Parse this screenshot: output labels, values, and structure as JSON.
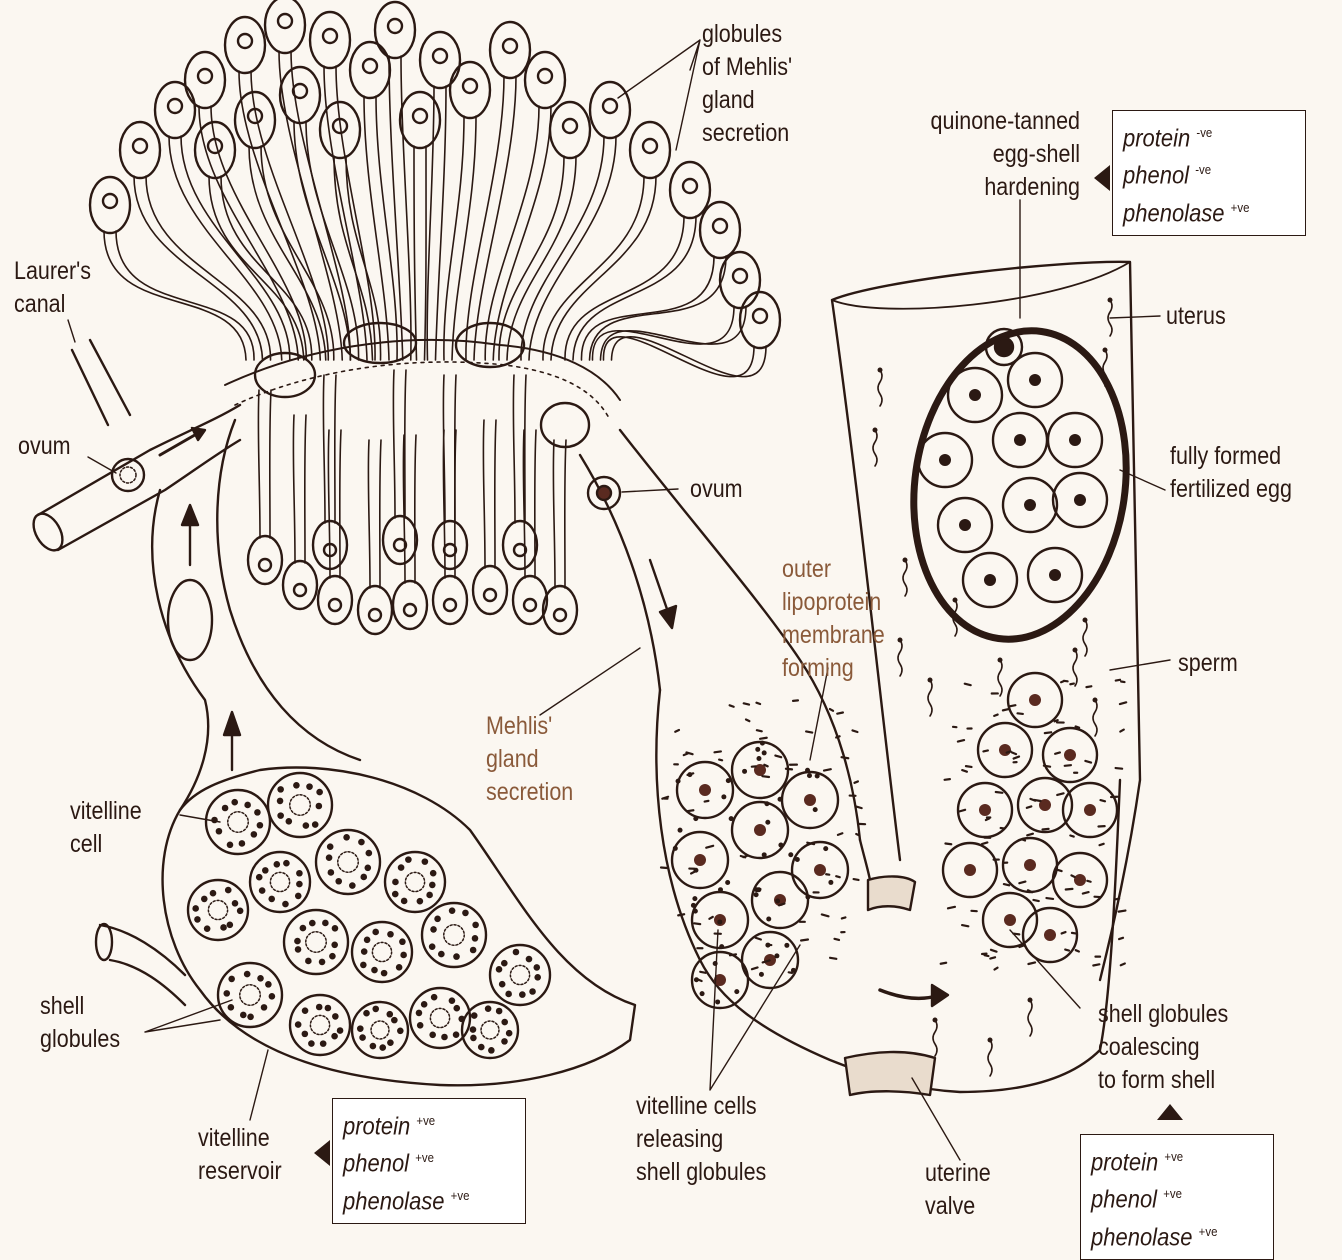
{
  "labels": {
    "globules": [
      "globules",
      "of Mehlis'",
      "gland",
      "secretion"
    ],
    "quinone": [
      "quinone-tanned",
      "egg-shell",
      "hardening"
    ],
    "laurers_canal": [
      "Laurer's",
      "canal"
    ],
    "ovum_left": "ovum",
    "ovum_right": "ovum",
    "uterus": "uterus",
    "fully_formed": [
      "fully formed",
      "fertilized egg"
    ],
    "outer_membrane": [
      "outer",
      "lipoprotein",
      "membrane",
      "forming"
    ],
    "sperm": "sperm",
    "mehlis_secretion": [
      "Mehlis'",
      "gland",
      "secretion"
    ],
    "vitelline_cell": [
      "vitelline",
      "cell"
    ],
    "shell_globules": [
      "shell",
      "globules"
    ],
    "vitelline_reservoir": [
      "vitelline",
      "reservoir"
    ],
    "vitelline_cells_releasing": [
      "vitelline cells",
      "releasing",
      "shell globules"
    ],
    "uterine_valve": [
      "uterine",
      "valve"
    ],
    "shell_coalescing": [
      "shell globules",
      "coalescing",
      "to form shell"
    ]
  },
  "boxes": {
    "uterus_box": [
      {
        "name": "protein",
        "sign": "-ve"
      },
      {
        "name": "phenol",
        "sign": "-ve"
      },
      {
        "name": "phenolase",
        "sign": "+ve"
      }
    ],
    "reservoir_box": [
      {
        "name": "protein",
        "sign": "+ve"
      },
      {
        "name": "phenol",
        "sign": "+ve"
      },
      {
        "name": "phenolase",
        "sign": "+ve"
      }
    ],
    "shell_box": [
      {
        "name": "protein",
        "sign": "+ve"
      },
      {
        "name": "phenol",
        "sign": "+ve"
      },
      {
        "name": "phenolase",
        "sign": "+ve"
      }
    ]
  },
  "colors": {
    "ink": "#2b1913",
    "brown_label": "#8a5a3a",
    "background": "#fbf7f1"
  }
}
